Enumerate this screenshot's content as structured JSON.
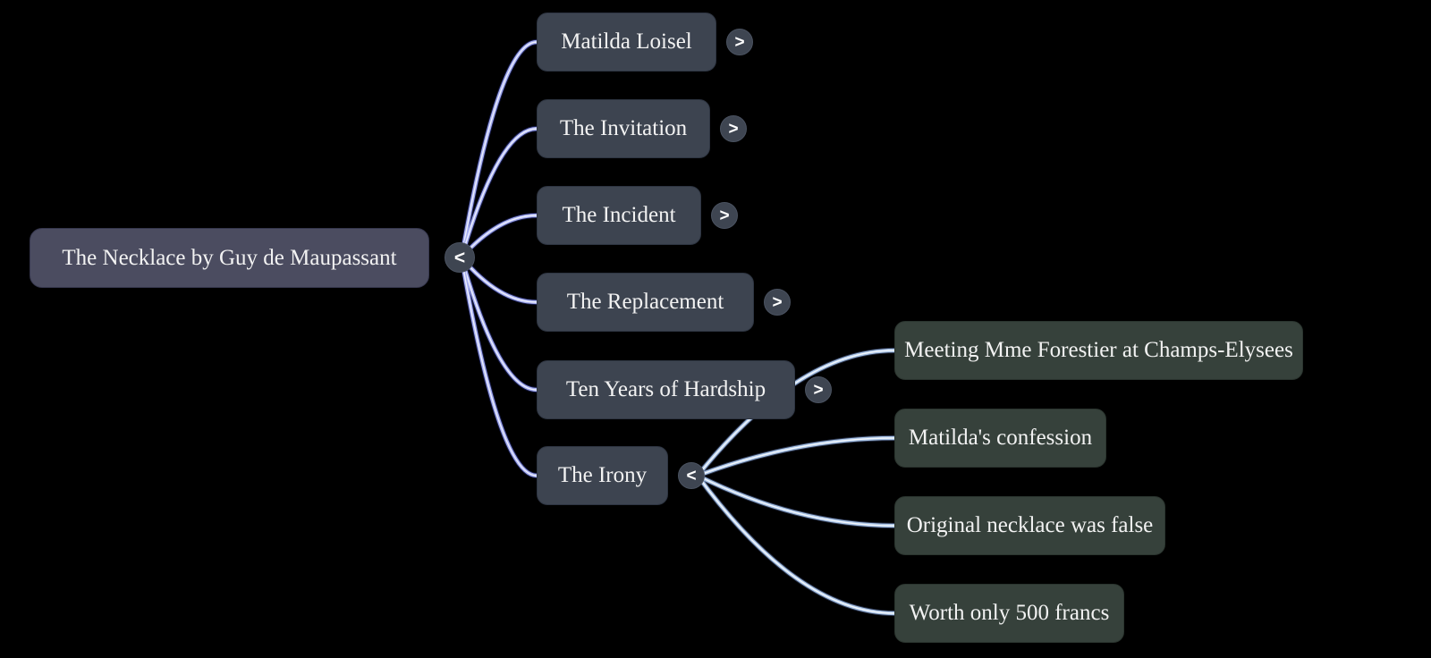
{
  "app": {
    "view": "mind-map"
  },
  "colors": {
    "background": "#000000",
    "node_text": "#f2f2f2",
    "root_fill": "#4b4c60",
    "root_border": "#36374e",
    "branch_fill": "#3d4450",
    "branch_border": "#2e3542",
    "leaf_fill": "#36413b",
    "leaf_border": "#2b352f",
    "expander_fill": "#3e4551",
    "expander_border": "#4a5260",
    "link_l1": "#a6aef0",
    "link_l1_shadow": "#3a47c0",
    "link_l2": "#a9c4e6",
    "link_l2_shadow": "#6d86c8",
    "link_core": "#ffffff"
  },
  "nodes": {
    "root": {
      "label": "The Necklace by Guy de Maupassant",
      "expander": "<"
    },
    "level2": [
      {
        "label": "Matilda Loisel",
        "expander": ">"
      },
      {
        "label": "The Invitation",
        "expander": ">"
      },
      {
        "label": "The Incident",
        "expander": ">"
      },
      {
        "label": "The Replacement",
        "expander": ">"
      },
      {
        "label": "Ten Years of Hardship",
        "expander": ">"
      },
      {
        "label": "The Irony",
        "expander": "<"
      }
    ],
    "level3": [
      {
        "label": "Meeting Mme Forestier at Champs-Elysees"
      },
      {
        "label": "Matilda's confession"
      },
      {
        "label": "Original necklace was false"
      },
      {
        "label": "Worth only 500 francs"
      }
    ]
  }
}
